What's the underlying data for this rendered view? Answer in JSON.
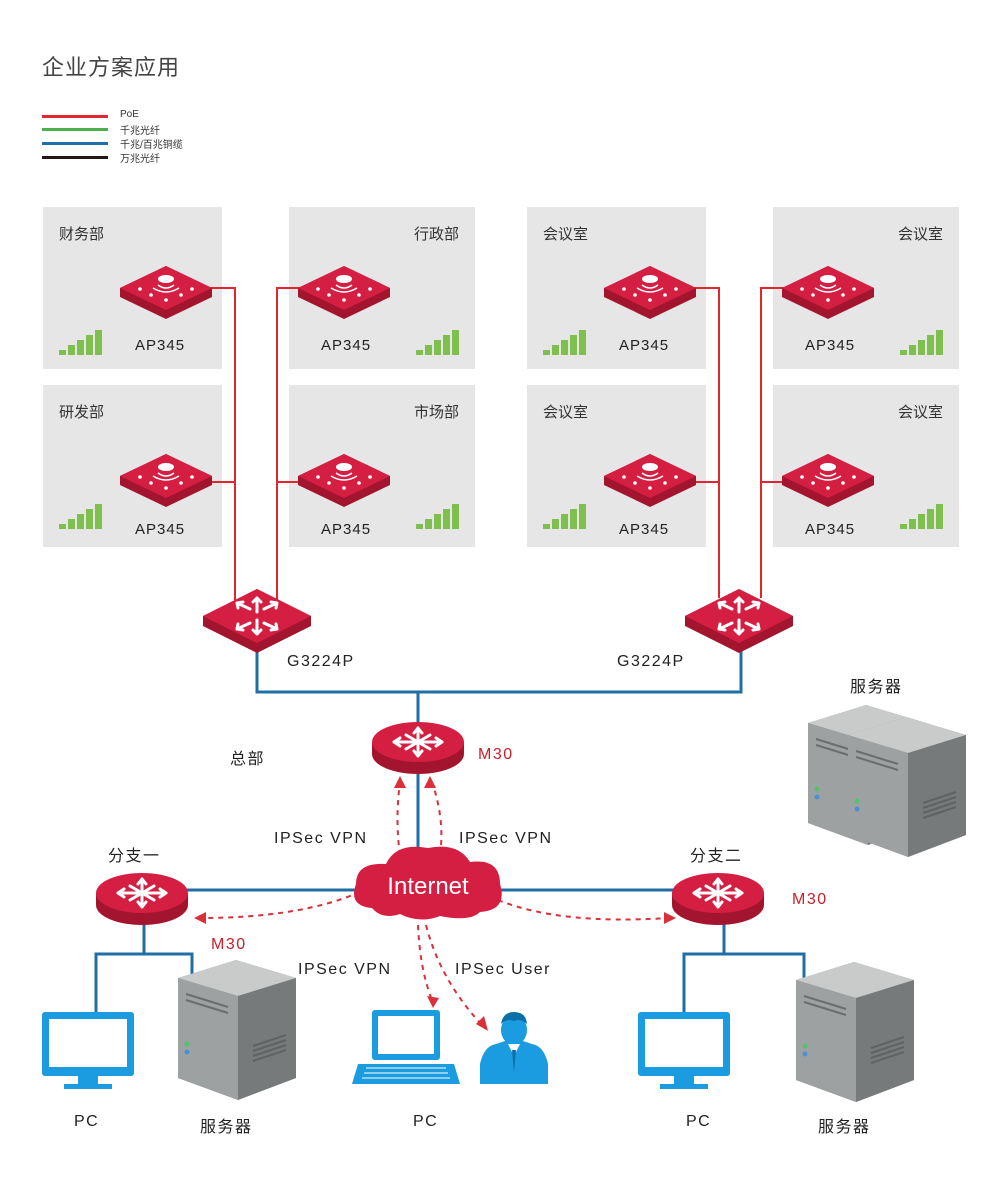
{
  "title": "企业方案应用",
  "legend": [
    {
      "label": "PoE",
      "color": "#e12630"
    },
    {
      "label": "千兆光纤",
      "color": "#4caf50"
    },
    {
      "label": "千兆/百兆铜缆",
      "color": "#1f6fa6"
    },
    {
      "label": "万兆光纤",
      "color": "#231815"
    }
  ],
  "rooms": [
    {
      "name": "财务部",
      "ap": "AP345"
    },
    {
      "name": "行政部",
      "ap": "AP345"
    },
    {
      "name": "会议室",
      "ap": "AP345"
    },
    {
      "name": "会议室",
      "ap": "AP345"
    },
    {
      "name": "研发部",
      "ap": "AP345"
    },
    {
      "name": "市场部",
      "ap": "AP345"
    },
    {
      "name": "会议室",
      "ap": "AP345"
    },
    {
      "name": "会议室",
      "ap": "AP345"
    }
  ],
  "switches": {
    "left": "G3224P",
    "right": "G3224P"
  },
  "hq": {
    "label": "总部",
    "router": "M30"
  },
  "internet": "Internet",
  "vpn_labels": {
    "left": "IPSec VPN",
    "right": "IPSec VPN",
    "bottom_vpn": "IPSec VPN",
    "bottom_user": "IPSec User"
  },
  "branch1": {
    "label": "分支一",
    "router": "M30",
    "pc": "PC",
    "server": "服务器"
  },
  "branch2": {
    "label": "分支二",
    "router": "M30",
    "pc": "PC",
    "server": "服务器"
  },
  "hq_server": "服务器",
  "remote_pc": "PC",
  "colors": {
    "poe": "#e12630",
    "copper": "#1f6fa6",
    "device": "#d41f43",
    "vpn": "#d9303a",
    "pc": "#1b9be0",
    "signal": "#7fbf4d"
  }
}
